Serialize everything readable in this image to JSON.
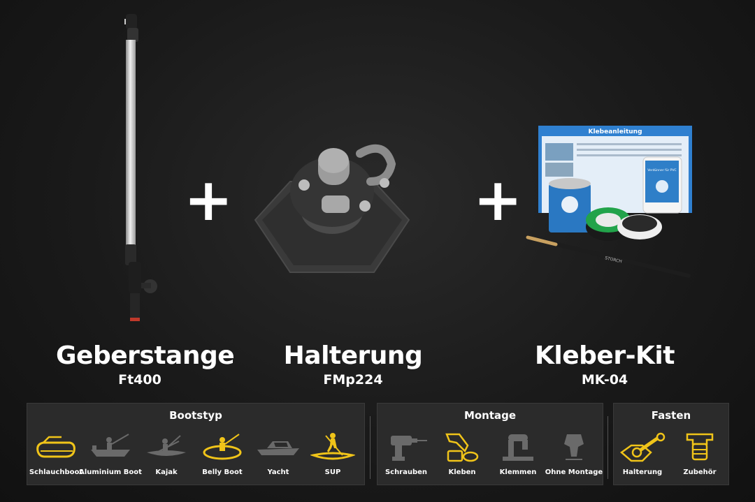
{
  "products": [
    {
      "name": "Geberstange",
      "code": "Ft400"
    },
    {
      "name": "Halterung",
      "code": "FMp224"
    },
    {
      "name": "Kleber-Kit",
      "code": "MK-04"
    }
  ],
  "plus_symbol": "+",
  "kit_box_title": "Klebeanleitung",
  "kit_bottle_label": "Verdünner für PVC",
  "brush_label": "STORCH",
  "colors": {
    "active": "#f0c419",
    "inactive": "#6a6a6a",
    "panel": "#2b2b2b"
  },
  "panels": {
    "bootstyp": {
      "title": "Bootstyp",
      "items": [
        {
          "label": "Schlauchboot",
          "icon": "inflatable-boat-icon",
          "active": true
        },
        {
          "label": "Aluminium Boot",
          "icon": "aluminium-boat-icon",
          "active": false
        },
        {
          "label": "Kajak",
          "icon": "kayak-icon",
          "active": false
        },
        {
          "label": "Belly Boot",
          "icon": "belly-boat-icon",
          "active": true
        },
        {
          "label": "Yacht",
          "icon": "yacht-icon",
          "active": false
        },
        {
          "label": "SUP",
          "icon": "sup-icon",
          "active": true
        }
      ]
    },
    "montage": {
      "title": "Montage",
      "items": [
        {
          "label": "Schrauben",
          "icon": "drill-icon",
          "active": false
        },
        {
          "label": "Kleben",
          "icon": "glue-icon",
          "active": true
        },
        {
          "label": "Klemmen",
          "icon": "clamp-icon",
          "active": false
        },
        {
          "label": "Ohne Montage",
          "icon": "no-mount-icon",
          "active": false
        }
      ]
    },
    "fasten": {
      "title": "Fasten",
      "items": [
        {
          "label": "Halterung",
          "icon": "mount-icon",
          "active": true
        },
        {
          "label": "Zubehör",
          "icon": "accessory-icon",
          "active": true
        }
      ]
    }
  }
}
